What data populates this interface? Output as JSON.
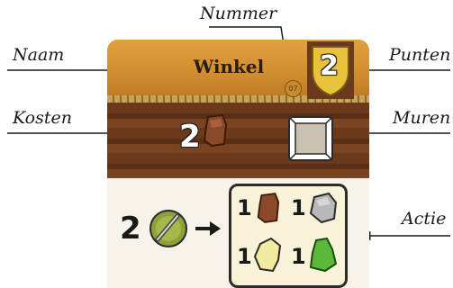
{
  "callouts": {
    "naam": "Naam",
    "kosten": "Kosten",
    "nummer": "Nummer",
    "punten": "Punten",
    "muren": "Muren",
    "actie": "Actie"
  },
  "card": {
    "title": "Winkel",
    "number": "07",
    "points": "2",
    "cost": "2",
    "action_count": "2",
    "resources": [
      {
        "count": "1",
        "icon": "brown-resource-icon",
        "color": "#8a4a2a"
      },
      {
        "count": "1",
        "icon": "grey-stone-icon",
        "color": "#b8b8b8"
      },
      {
        "count": "1",
        "icon": "yellow-resource-icon",
        "color": "#f2eaa0"
      },
      {
        "count": "1",
        "icon": "green-resource-icon",
        "color": "#5cb83a"
      }
    ]
  },
  "colors": {
    "title_band": "#d9962f",
    "wood": "#6b3a1d",
    "shield": "#e8c23a",
    "action_bg": "#f7f3e9"
  }
}
